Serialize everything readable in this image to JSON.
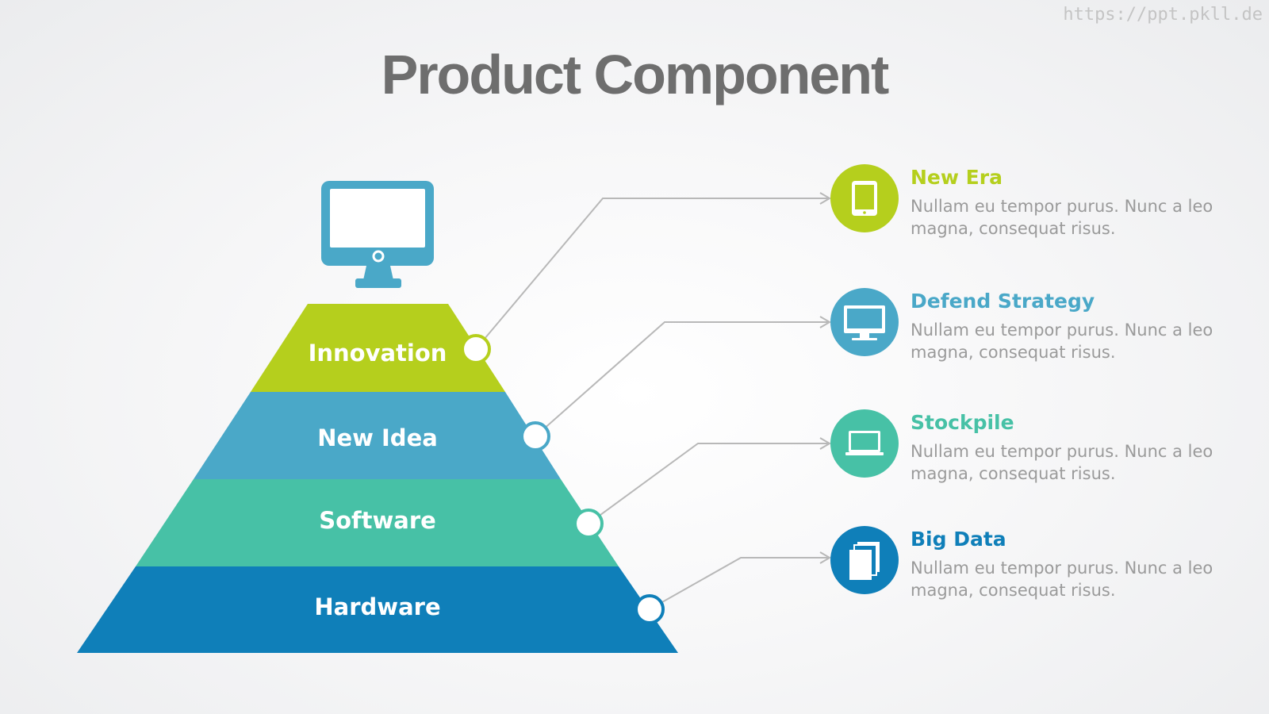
{
  "watermark": "https://ppt.pkll.de",
  "title": "Product Component",
  "colors": {
    "lime": "#b5cf1d",
    "sky": "#4aa8c8",
    "teal": "#47c1a6",
    "blue": "#0f7fb9",
    "connector": "#b8b8b8",
    "text_gray": "#9a9a9a",
    "title_gray": "#6e6e6e"
  },
  "pyramid": {
    "top_icon": "desktop-monitor-icon",
    "layers": [
      {
        "label": "Innovation",
        "color": "#b5cf1d"
      },
      {
        "label": "New Idea",
        "color": "#4aa8c8"
      },
      {
        "label": "Software",
        "color": "#47c1a6"
      },
      {
        "label": "Hardware",
        "color": "#0f7fb9"
      }
    ]
  },
  "items": [
    {
      "title": "New Era",
      "text": "Nullam eu tempor purus. Nunc a leo magna, consequat risus.",
      "color": "#b5cf1d",
      "icon": "tablet-icon"
    },
    {
      "title": "Defend Strategy",
      "text": "Nullam eu tempor purus. Nunc a leo magna, consequat risus.",
      "color": "#4aa8c8",
      "icon": "monitor-icon"
    },
    {
      "title": "Stockpile",
      "text": "Nullam eu tempor purus. Nunc a leo magna, consequat risus.",
      "color": "#47c1a6",
      "icon": "laptop-icon"
    },
    {
      "title": "Big Data",
      "text": "Nullam eu tempor purus. Nunc a leo magna, consequat risus.",
      "color": "#0f7fb9",
      "icon": "documents-icon"
    }
  ]
}
